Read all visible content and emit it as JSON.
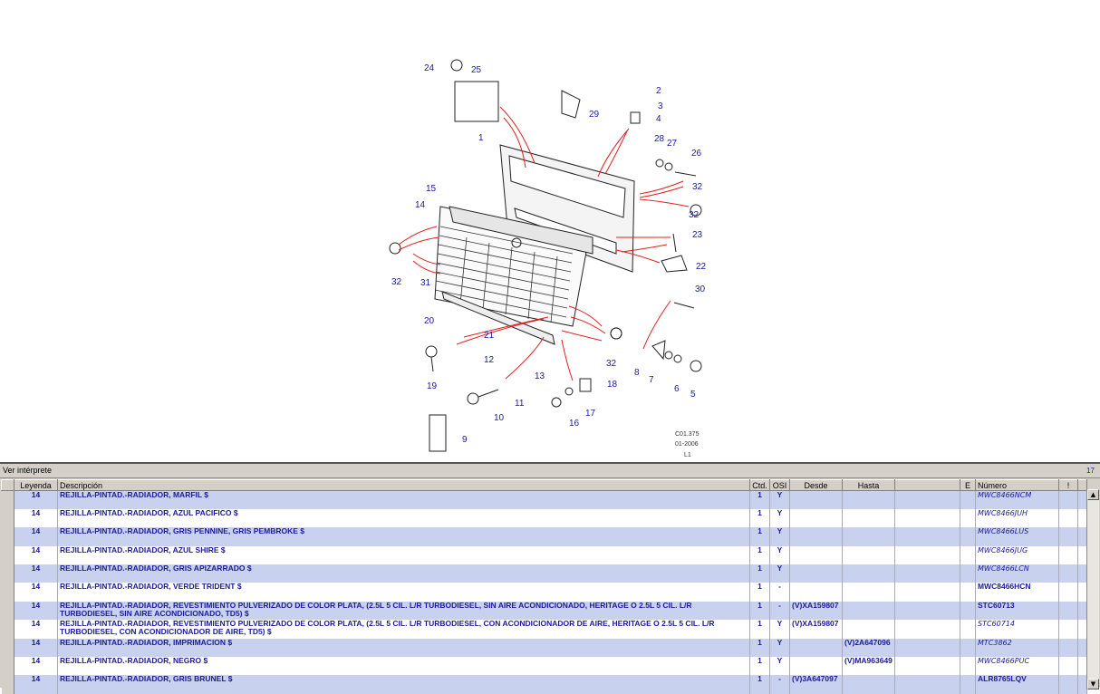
{
  "diagram": {
    "callouts": [
      "1",
      "2",
      "3",
      "4",
      "5",
      "6",
      "7",
      "8",
      "9",
      "10",
      "11",
      "12",
      "13",
      "14",
      "15",
      "16",
      "17",
      "18",
      "19",
      "20",
      "21",
      "22",
      "23",
      "24",
      "25",
      "26",
      "27",
      "28",
      "29",
      "30",
      "31",
      "32",
      "32",
      "32",
      "32"
    ],
    "code_lines": [
      "C01.375",
      "01-2006",
      "L1"
    ]
  },
  "panel": {
    "title": "Ver intérprete",
    "count": "17"
  },
  "table": {
    "headers": {
      "leyenda": "Leyenda",
      "descripcion": "Descripción",
      "ctd": "Ctd.",
      "osi": "OSI",
      "desde": "Desde",
      "hasta": "Hasta",
      "e": "E",
      "numero": "Número",
      "excl": "!"
    },
    "rows": [
      {
        "leyenda": "14",
        "descripcion": "REJILLA-PINTAD.-RADIADOR, MARFIL $",
        "ctd": "1",
        "osi": "Y",
        "desde": "",
        "hasta": "",
        "numero": "MWC8466NCM"
      },
      {
        "leyenda": "14",
        "descripcion": "REJILLA-PINTAD.-RADIADOR, AZUL PACIFICO $",
        "ctd": "1",
        "osi": "Y",
        "desde": "",
        "hasta": "",
        "numero": "MWC8466JUH"
      },
      {
        "leyenda": "14",
        "descripcion": "REJILLA-PINTAD.-RADIADOR, GRIS PENNINE, GRIS PEMBROKE $",
        "ctd": "1",
        "osi": "Y",
        "desde": "",
        "hasta": "",
        "numero": "MWC8466LUS"
      },
      {
        "leyenda": "14",
        "descripcion": "REJILLA-PINTAD.-RADIADOR, AZUL SHIRE $",
        "ctd": "1",
        "osi": "Y",
        "desde": "",
        "hasta": "",
        "numero": "MWC8466JUG"
      },
      {
        "leyenda": "14",
        "descripcion": "REJILLA-PINTAD.-RADIADOR, GRIS APIZARRADO $",
        "ctd": "1",
        "osi": "Y",
        "desde": "",
        "hasta": "",
        "numero": "MWC8466LCN"
      },
      {
        "leyenda": "14",
        "descripcion": "REJILLA-PINTAD.-RADIADOR, VERDE TRIDENT $",
        "ctd": "1",
        "osi": "-",
        "desde": "",
        "hasta": "",
        "numero": "MWC8466HCN"
      },
      {
        "leyenda": "14",
        "descripcion": "REJILLA-PINTAD.-RADIADOR, REVESTIMIENTO PULVERIZADO DE COLOR PLATA, (2.5L 5 CIL. L/R TURBODIESEL, SIN AIRE ACONDICIONADO, HERITAGE O 2.5L 5 CIL. L/R TURBODIESEL, SIN AIRE ACONDICIONADO, TD5) $",
        "ctd": "1",
        "osi": "-",
        "desde": "(V)XA159807",
        "hasta": "",
        "numero": "STC60713"
      },
      {
        "leyenda": "14",
        "descripcion": "REJILLA-PINTAD.-RADIADOR, REVESTIMIENTO PULVERIZADO DE COLOR PLATA, (2.5L 5 CIL. L/R TURBODIESEL, CON ACONDICIONADOR DE AIRE, HERITAGE O 2.5L 5 CIL. L/R TURBODIESEL, CON ACONDICIONADOR DE AIRE, TD5) $",
        "ctd": "1",
        "osi": "Y",
        "desde": "(V)XA159807",
        "hasta": "",
        "numero": "STC60714"
      },
      {
        "leyenda": "14",
        "descripcion": "REJILLA-PINTAD.-RADIADOR, IMPRIMACION $",
        "ctd": "1",
        "osi": "Y",
        "desde": "",
        "hasta": "(V)2A647096",
        "numero": "MTC3862"
      },
      {
        "leyenda": "14",
        "descripcion": "REJILLA-PINTAD.-RADIADOR, NEGRO $",
        "ctd": "1",
        "osi": "Y",
        "desde": "",
        "hasta": "(V)MA963649",
        "numero": "MWC8466PUC"
      },
      {
        "leyenda": "14",
        "descripcion": "REJILLA-PINTAD.-RADIADOR, GRIS BRUNEL $",
        "ctd": "1",
        "osi": "-",
        "desde": "(V)3A647097",
        "hasta": "",
        "numero": "ALR8765LQV"
      }
    ]
  },
  "colors": {
    "text_blue": "#1a1a9a",
    "row_alt": "#c8d2ee",
    "leader_red": "#e02020"
  }
}
